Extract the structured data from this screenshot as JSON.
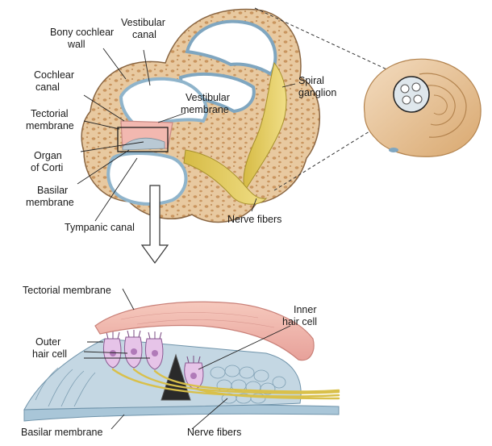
{
  "labels": {
    "bony_cochlear_wall": [
      "Bony cochlear",
      "wall"
    ],
    "vestibular_canal": [
      "Vestibular",
      "canal"
    ],
    "cochlear_canal": [
      "Cochlear",
      "canal"
    ],
    "vestibular_membrane": [
      "Vestibular",
      "membrane"
    ],
    "spiral_ganglion": [
      "Spiral",
      "ganglion"
    ],
    "tectorial_membrane_top": [
      "Tectorial",
      "membrane"
    ],
    "organ_of_corti": [
      "Organ",
      "of Corti"
    ],
    "basilar_membrane_top": [
      "Basilar",
      "membrane"
    ],
    "tympanic_canal": "Tympanic canal",
    "nerve_fibers_top": "Nerve fibers",
    "tectorial_membrane_bottom": "Tectorial membrane",
    "inner_hair_cell": [
      "Inner",
      "hair cell"
    ],
    "outer_hair_cell": [
      "Outer",
      "hair cell"
    ],
    "basilar_membrane_bottom": "Basilar membrane",
    "nerve_fibers_bottom": "Nerve fibers"
  },
  "colors": {
    "bone": "#e8c9a0",
    "bone_pore": "#c9955f",
    "canal_lining": "#a9c6d8",
    "membrane_pink": "#f2b8b0",
    "nerve_yellow": "#e8d26a",
    "hair_cell_purple": "#b07ab8",
    "support_cells": "#c4d7e3"
  }
}
